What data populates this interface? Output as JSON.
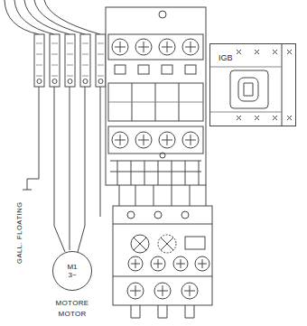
{
  "diagram": {
    "nodes": [
      {
        "text": [
          "M1 3~"
        ]
      },
      {
        "text": [
          "IGB"
        ]
      }
    ],
    "labels": [
      "GALL. FLOATING",
      "MOTORE",
      "MOTOR"
    ]
  }
}
